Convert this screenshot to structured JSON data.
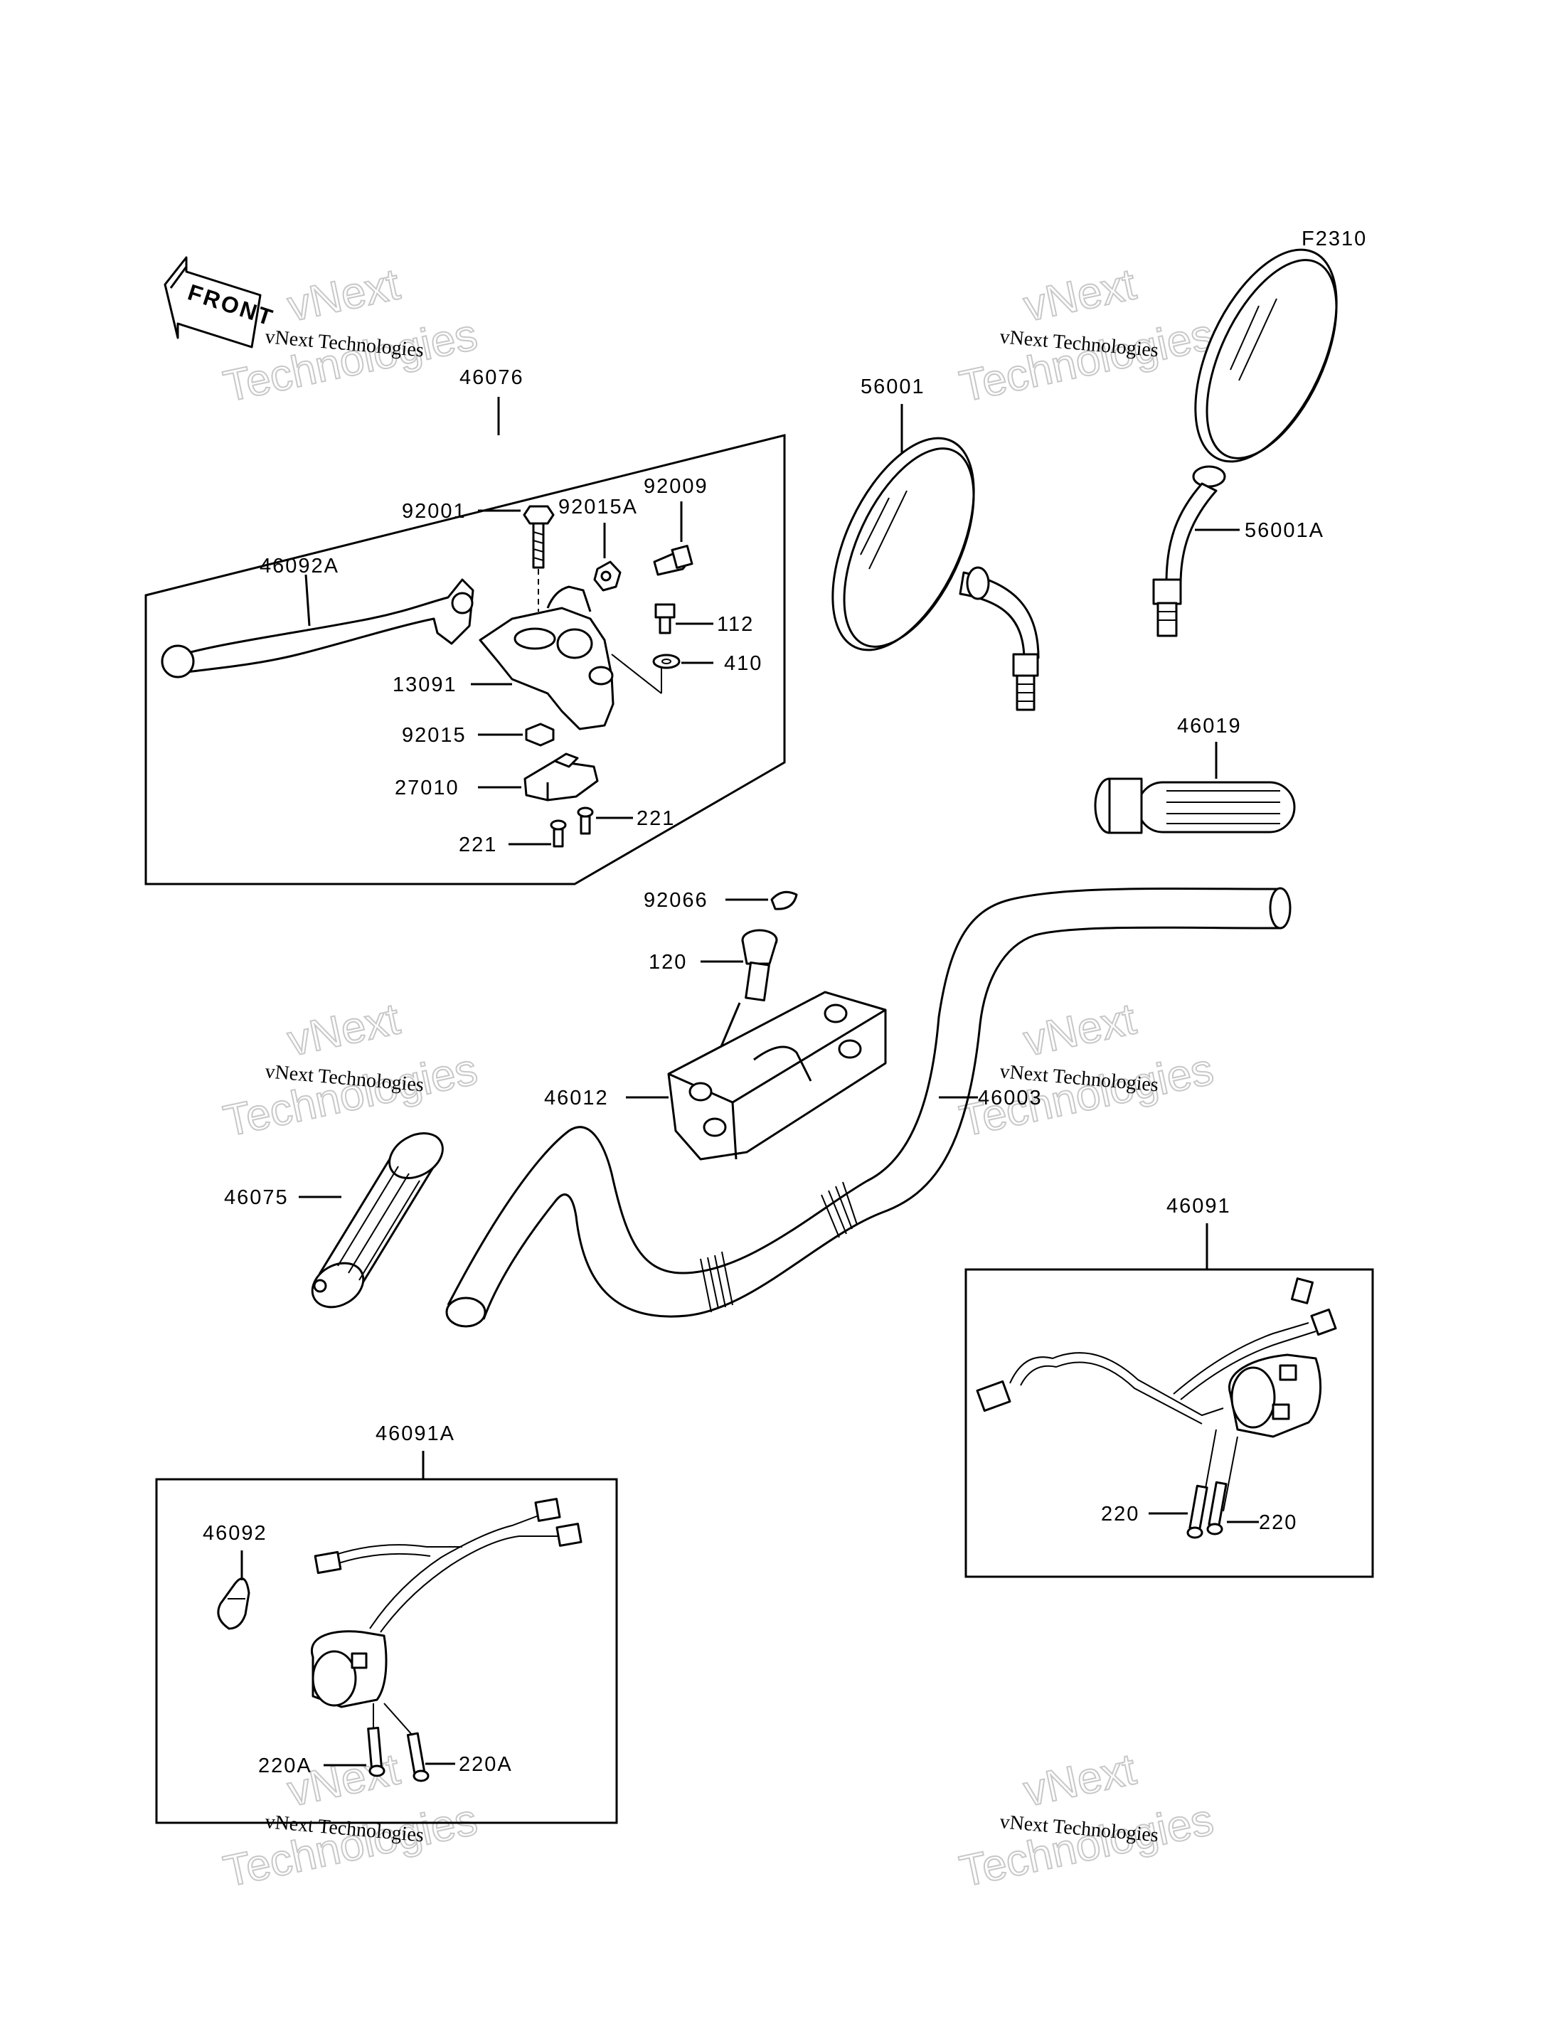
{
  "figure_code": "F2310",
  "front_arrow_label": "FRONT",
  "watermark": {
    "small": "vNext Technologies",
    "large_1": "vNext",
    "large_2": "Technologies"
  },
  "labels": {
    "46076": "46076",
    "92001": "92001",
    "92015A": "92015A",
    "92009": "92009",
    "46092A": "46092A",
    "112": "112",
    "410": "410",
    "13091": "13091",
    "92015": "92015",
    "27010": "27010",
    "221a": "221",
    "221b": "221",
    "56001": "56001",
    "56001A": "56001A",
    "46019": "46019",
    "92066": "92066",
    "120": "120",
    "46012": "46012",
    "46003": "46003",
    "46075": "46075",
    "46091": "46091",
    "220a": "220",
    "220b": "220",
    "46091A": "46091A",
    "46092": "46092",
    "220Aa": "220A",
    "220Ab": "220A"
  }
}
